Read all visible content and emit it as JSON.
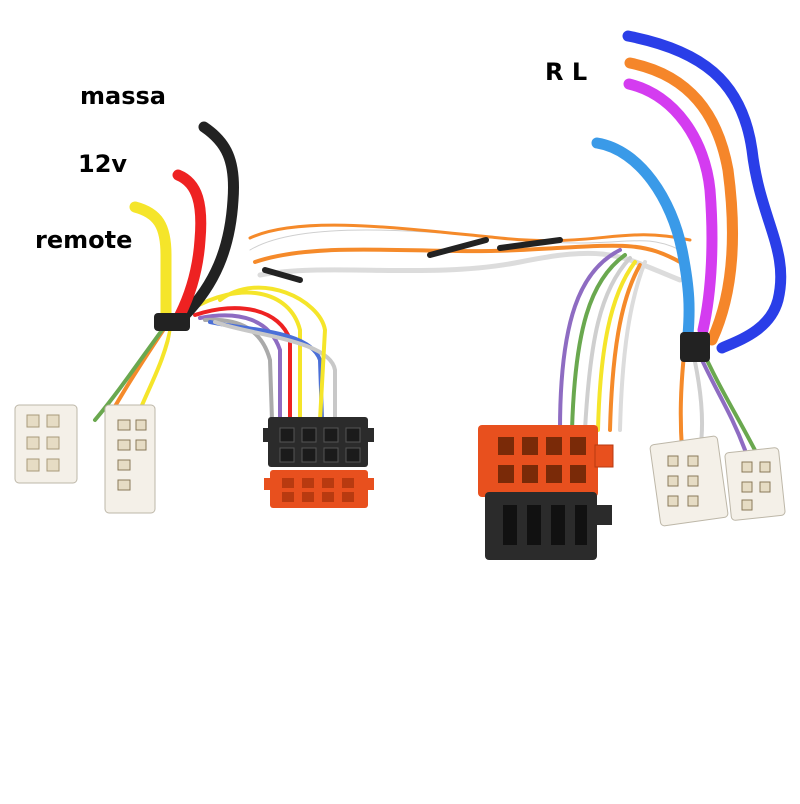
{
  "labels": {
    "massa": "massa",
    "v12": "12v",
    "remote": "remote",
    "rl": "R L"
  },
  "colors": {
    "massa_wire": "#222222",
    "v12_wire": "#ee2222",
    "remote_wire": "#f5e52a",
    "wire_light_blue": "#3a9ae8",
    "wire_magenta": "#d43cf0",
    "wire_orange": "#f5862a",
    "wire_blue": "#2a3ee8",
    "iso_black": "#2b2b2b",
    "iso_orange": "#e8501e",
    "white_connector": "#f4f0e8"
  }
}
